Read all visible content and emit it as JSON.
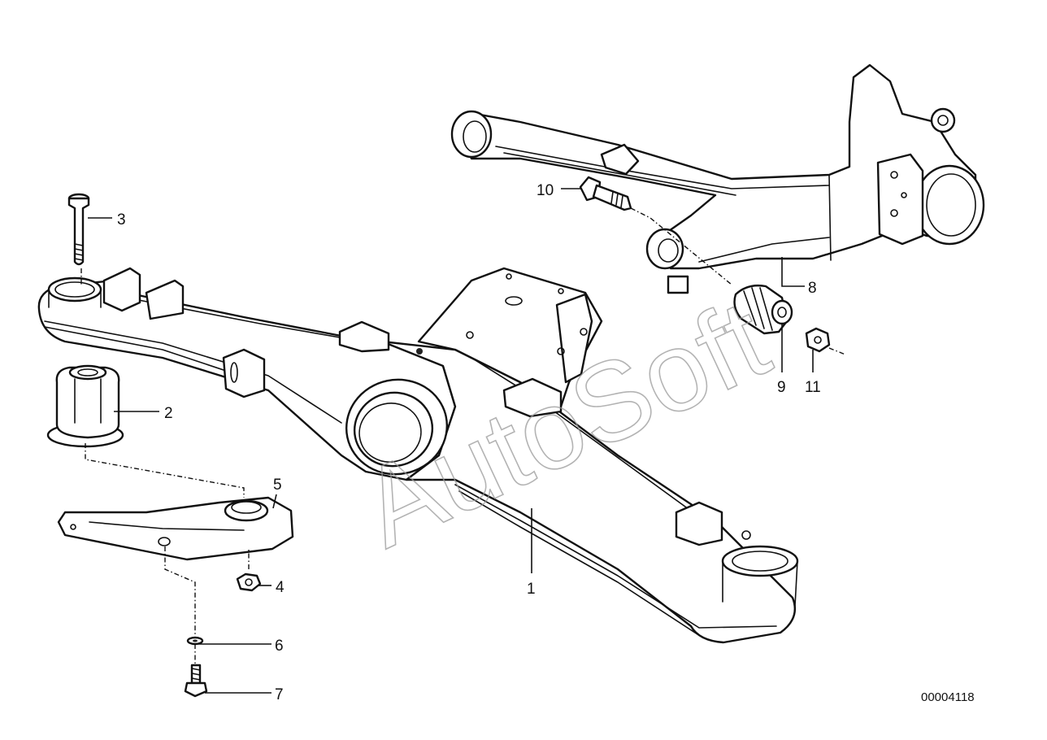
{
  "watermark": "AutoSoft",
  "drawing_number": "00004118",
  "callouts": {
    "c1": "1",
    "c2": "2",
    "c3": "3",
    "c4": "4",
    "c5": "5",
    "c6": "6",
    "c7": "7",
    "c8": "8",
    "c9": "9",
    "c10": "10",
    "c11": "11"
  }
}
